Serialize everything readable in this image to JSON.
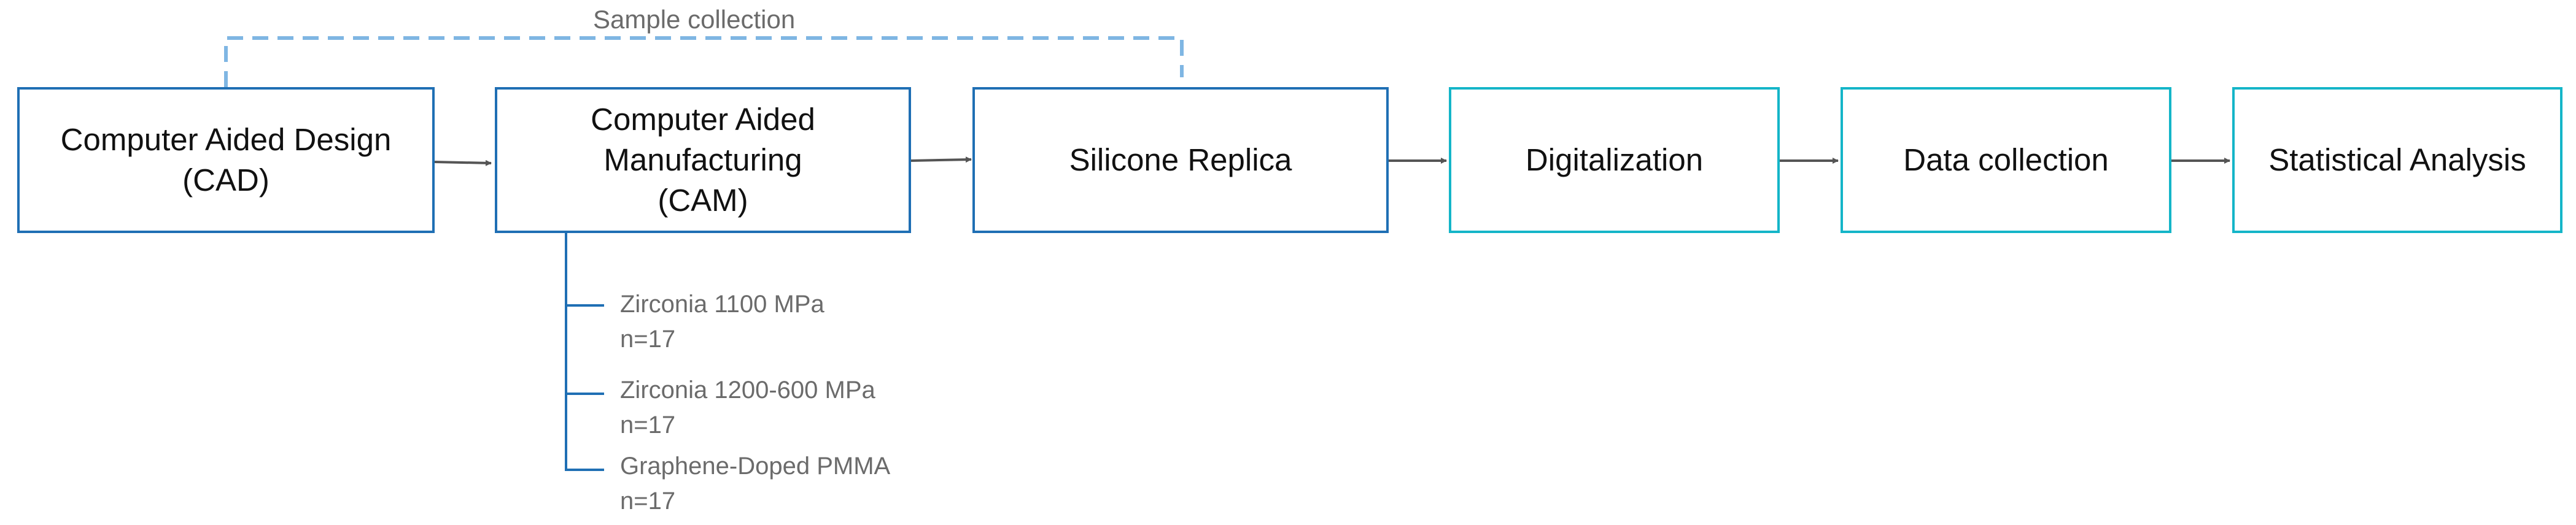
{
  "sample_collection": "Sample collection",
  "steps": [
    {
      "label": "Computer Aided Design\n(CAD)"
    },
    {
      "label": "Computer Aided\nManufacturing\n(CAM)"
    },
    {
      "label": "Silicone Replica"
    },
    {
      "label": "Digitalization"
    },
    {
      "label": "Data collection"
    },
    {
      "label": "Statistical Analysis"
    }
  ],
  "materials": [
    {
      "text": "Zirconia 1100 MPa\nn=17"
    },
    {
      "text": "Zirconia 1200-600 MPa\nn=17"
    },
    {
      "text": "Graphene-Doped PMMA\nn=17"
    }
  ],
  "colors": {
    "blue_border": "#1f6fb4",
    "teal_border": "#14b5c8",
    "dashed_line": "#7fb6e3",
    "arrow": "#555555",
    "annotation_text": "#6b6b6b"
  }
}
